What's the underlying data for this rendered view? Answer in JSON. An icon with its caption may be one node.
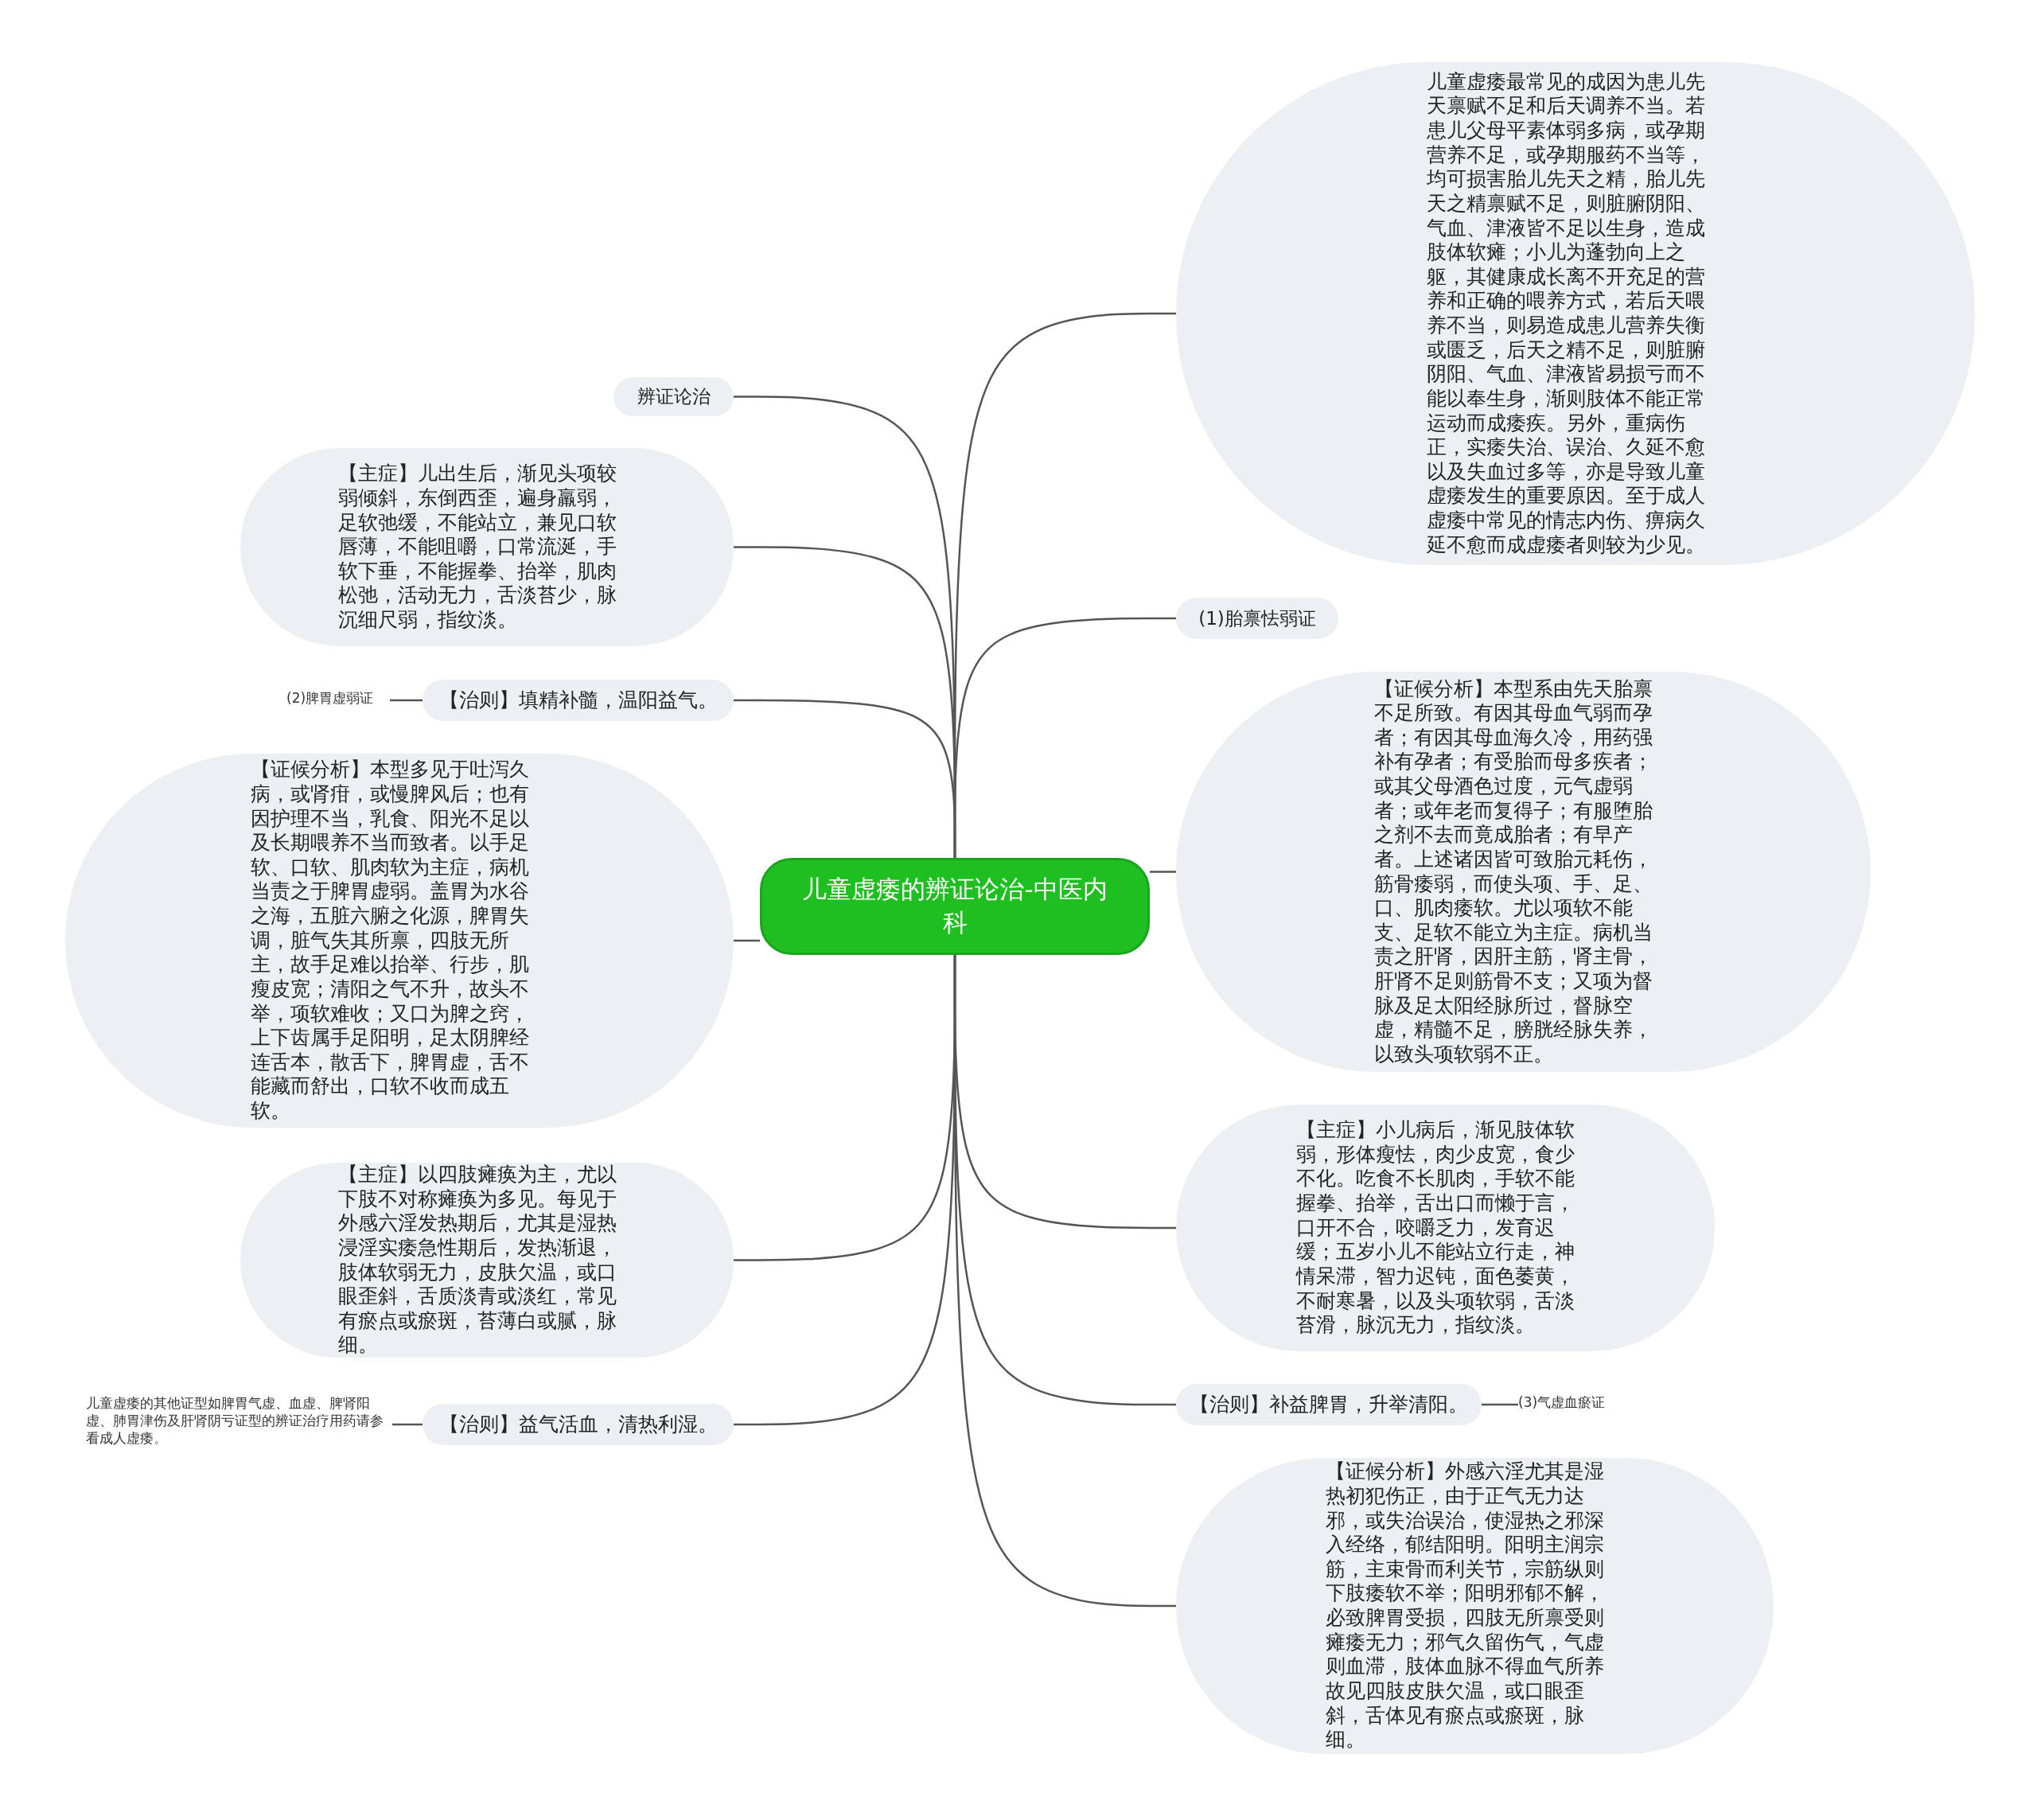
{
  "diagram": {
    "nodes": [
      {
        "text": [
          "儿童虚痿的辨证论治-中医内科"
        ]
      },
      {
        "text": [
          "辨证论治"
        ]
      },
      {
        "text": [
          "【主症】儿出生后，渐见头项较弱倾斜，东倒西歪，遍身羸弱，足软弛缓，不能站立，兼见口软唇薄，不能咀嚼，口常流涎，手软下垂，不能握拳、抬举，肌肉松弛，活动无力，舌淡苔少，脉沉细尺弱，指纹淡。"
        ]
      },
      {
        "text": [
          "(2)脾胃虚弱证"
        ]
      },
      {
        "text": [
          "【治则】填精补髓，温阳益气。"
        ]
      },
      {
        "text": [
          "【证候分析】本型多见于吐泻久病，或肾疳，或慢脾风后；也有因护理不当，乳食、阳光不足以及长期喂养不当而致者。以手足软、口软、肌肉软为主症，病机当责之于脾胃虚弱。盖胃为水谷之海，五脏六腑之化源，脾胃失调，脏气失其所禀，四肢无所主，故手足难以抬举、行步，肌瘦皮宽；清阳之气不升，故头不举，项软难收；又口为脾之窍，上下齿属手足阳明，足太阴脾经连舌本，散舌下，脾胃虚，舌不能藏而舒出，口软不收而成五软。"
        ]
      },
      {
        "text": [
          "【主症】以四肢瘫痪为主，尤以下肢不对称瘫痪为多见。每见于外感六淫发热期后，尤其是湿热浸淫实痿急性期后，发热渐退，肢体软弱无力，皮肤欠温，或口眼歪斜，舌质淡青或淡红，常见有瘀点或瘀斑，苔薄白或腻，脉细。"
        ]
      },
      {
        "text": [
          "儿童虚痿的其他证型如脾胃气虚、血虚、脾肾阳虚、肺胃津伤及肝肾阴亏证型的辨证治疗用药请参看成人虚痿。"
        ]
      },
      {
        "text": [
          "【治则】益气活血，清热利湿。"
        ]
      },
      {
        "text": [
          "儿童虚痿最常见的成因为患儿先天禀赋不足和后天调养不当。若患儿父母平素体弱多病，或孕期营养不足，或孕期服药不当等，均可损害胎儿先天之精，胎儿先天之精禀赋不足，则脏腑阴阳、气血、津液皆不足以生身，造成肢体软瘫；小儿为蓬勃向上之躯，其健康成长离不开充足的营养和正确的喂养方式，若后天喂养不当，则易造成患儿营养失衡或匮乏，后天之精不足，则脏腑阴阳、气血、津液皆易损亏而不能以奉生身，渐则肢体不能正常运动而成痿疾。另外，重病伤正，实痿失治、误治、久延不愈以及失血过多等，亦是导致儿童虚痿发生的重要原因。至于成人虚痿中常见的情志内伤、痹病久延不愈而成虚痿者则较为少见。"
        ]
      },
      {
        "text": [
          "(1)胎禀怯弱证"
        ]
      },
      {
        "text": [
          "【证候分析】本型系由先天胎禀不足所致。有因其母血气弱而孕者；有因其母血海久冷，用药强补有孕者；有受胎而母多疾者；或其父母酒色过度，元气虚弱者；或年老而复得子；有服堕胎之剂不去而竟成胎者；有早产者。上述诸因皆可致胎元耗伤，筋骨痿弱，而使头项、手、足、口、肌肉痿软。尤以项软不能支、足软不能立为主症。病机当责之肝肾，因肝主筋，肾主骨，肝肾不足则筋骨不支；又项为督脉及足太阳经脉所过，督脉空虚，精髓不足，膀胱经脉失养，以致头项软弱不正。"
        ]
      },
      {
        "text": [
          "【主症】小儿病后，渐见肢体软弱，形体瘦怯，肉少皮宽，食少不化。吃食不长肌肉，手软不能握拳、抬举，舌出口而懒于言，口开不合，咬嚼乏力，发育迟缓；五岁小儿不能站立行走，神情呆滞，智力迟钝，面色萎黄，不耐寒暑，以及头项软弱，舌淡苔滑，脉沉无力，指纹淡。"
        ]
      },
      {
        "text": [
          "【治则】补益脾胃，升举清阳。"
        ]
      },
      {
        "text": [
          "(3)气虚血瘀证"
        ]
      },
      {
        "text": [
          "【证候分析】外感六淫尤其是湿热初犯伤正，由于正气无力达邪，或失治误治，使湿热之邪深入经络，郁结阳明。阳明主润宗筋，主束骨而利关节，宗筋纵则下肢痿软不举；阳明邪郁不解，必致脾胃受损，四肢无所禀受则瘫痿无力；邪气久留伤气，气虚则血滞，肢体血脉不得血气所养故见四肢皮肤欠温，或口眼歪斜，舌体见有瘀点或瘀斑，脉细。"
        ]
      }
    ],
    "edges": [
      {
        "from": 0,
        "to": 1,
        "arrow": "none"
      },
      {
        "from": 0,
        "to": 2,
        "arrow": "none"
      },
      {
        "from": 0,
        "to": 4,
        "arrow": "none"
      },
      {
        "from": 4,
        "to": 3,
        "arrow": "none"
      },
      {
        "from": 0,
        "to": 5,
        "arrow": "none"
      },
      {
        "from": 0,
        "to": 6,
        "arrow": "none"
      },
      {
        "from": 0,
        "to": 8,
        "arrow": "none"
      },
      {
        "from": 8,
        "to": 7,
        "arrow": "none"
      },
      {
        "from": 0,
        "to": 9,
        "arrow": "none"
      },
      {
        "from": 0,
        "to": 10,
        "arrow": "none"
      },
      {
        "from": 0,
        "to": 11,
        "arrow": "none"
      },
      {
        "from": 0,
        "to": 12,
        "arrow": "none"
      },
      {
        "from": 0,
        "to": 13,
        "arrow": "none"
      },
      {
        "from": 13,
        "to": 14,
        "arrow": "none"
      },
      {
        "from": 0,
        "to": 15,
        "arrow": "none"
      }
    ]
  }
}
